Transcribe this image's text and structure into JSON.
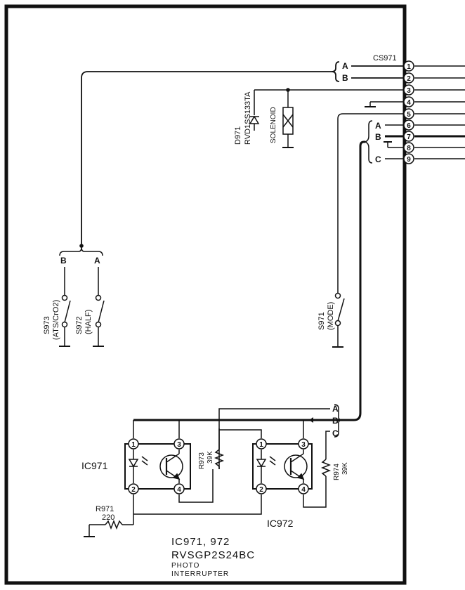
{
  "connector": {
    "ref": "CS971",
    "pins": [
      "1",
      "2",
      "3",
      "4",
      "5",
      "6",
      "7",
      "8",
      "9"
    ],
    "group1": {
      "a": "A",
      "b": "B"
    },
    "group2": {
      "a": "A",
      "b": "B",
      "c": "C"
    }
  },
  "diode": {
    "ref": "D971",
    "part": "RVD1SS133TA"
  },
  "solenoid": {
    "label": "SOLENOID"
  },
  "switches": {
    "s973": {
      "ref": "S973",
      "desc": "(ATS/CrO2)",
      "tag": "B"
    },
    "s972": {
      "ref": "S972",
      "desc": "(HALF)",
      "tag": "A"
    },
    "s971": {
      "ref": "S971",
      "desc": "(MODE)"
    }
  },
  "bus_right": {
    "a": "A",
    "b": "B",
    "c": "C"
  },
  "ic971": {
    "ref": "IC971",
    "pins": [
      "1",
      "2",
      "3",
      "4"
    ]
  },
  "ic972": {
    "ref": "IC972",
    "pins": [
      "1",
      "2",
      "3",
      "4"
    ]
  },
  "resistors": {
    "r973": {
      "ref": "R973",
      "value": "39K"
    },
    "r974": {
      "ref": "R974",
      "value": "39K"
    },
    "r971": {
      "ref": "R971",
      "value": "220"
    }
  },
  "caption": {
    "line1": "IC971, 972",
    "line2": "RVSGP2S24BC",
    "line3": "PHOTO",
    "line4": "INTERRUPTER"
  }
}
